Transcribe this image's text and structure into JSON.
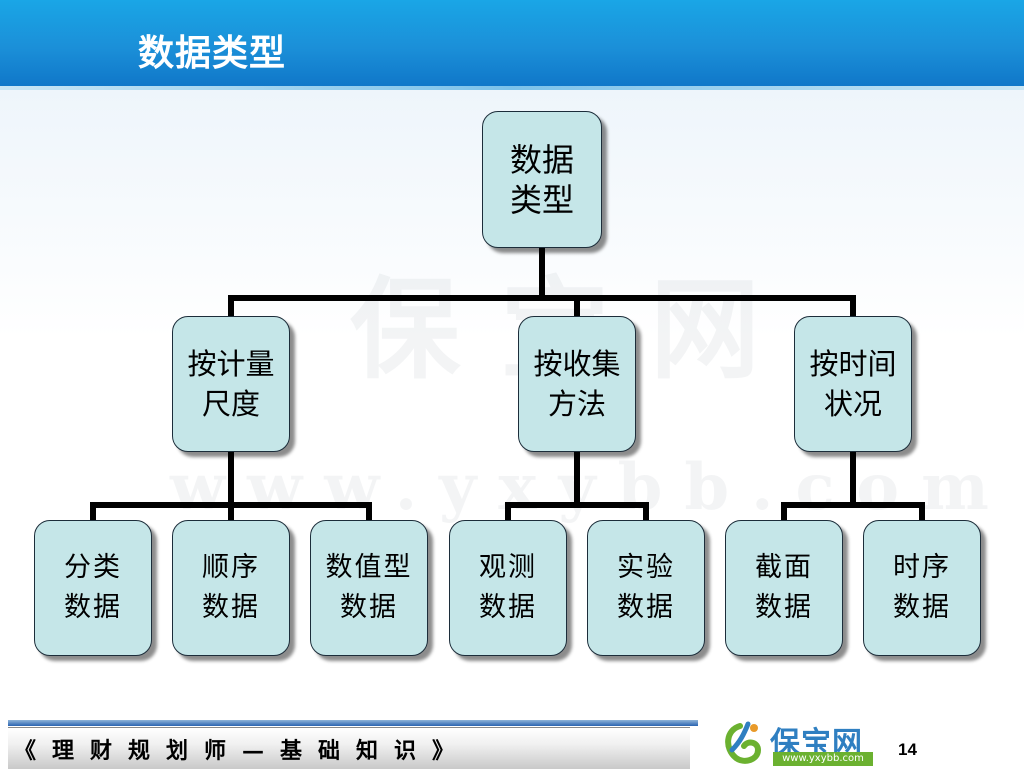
{
  "header": {
    "title": "数据类型"
  },
  "watermark": {
    "line1": "保宝网",
    "line2": "www.yxybb.com"
  },
  "diagram": {
    "root": {
      "label": "数据\n类型"
    },
    "groups": [
      {
        "label": "按计量\n尺度",
        "children": [
          "分类\n数据",
          "顺序\n数据",
          "数值型\n数据"
        ]
      },
      {
        "label": "按收集\n方法",
        "children": [
          "观测\n数据",
          "实验\n数据"
        ]
      },
      {
        "label": "按时间\n状况",
        "children": [
          "截面\n数据",
          "时序\n数据"
        ]
      }
    ]
  },
  "footer": {
    "text": "《理财规划师—基础知识》",
    "logo_text": "保宝网",
    "logo_url": "www.yxybb.com",
    "page_number": "14"
  },
  "colors": {
    "header": "#1b8fd8",
    "node_fill": "#c5e6e8",
    "connector": "#000000",
    "logo": "#2f7fc1"
  }
}
